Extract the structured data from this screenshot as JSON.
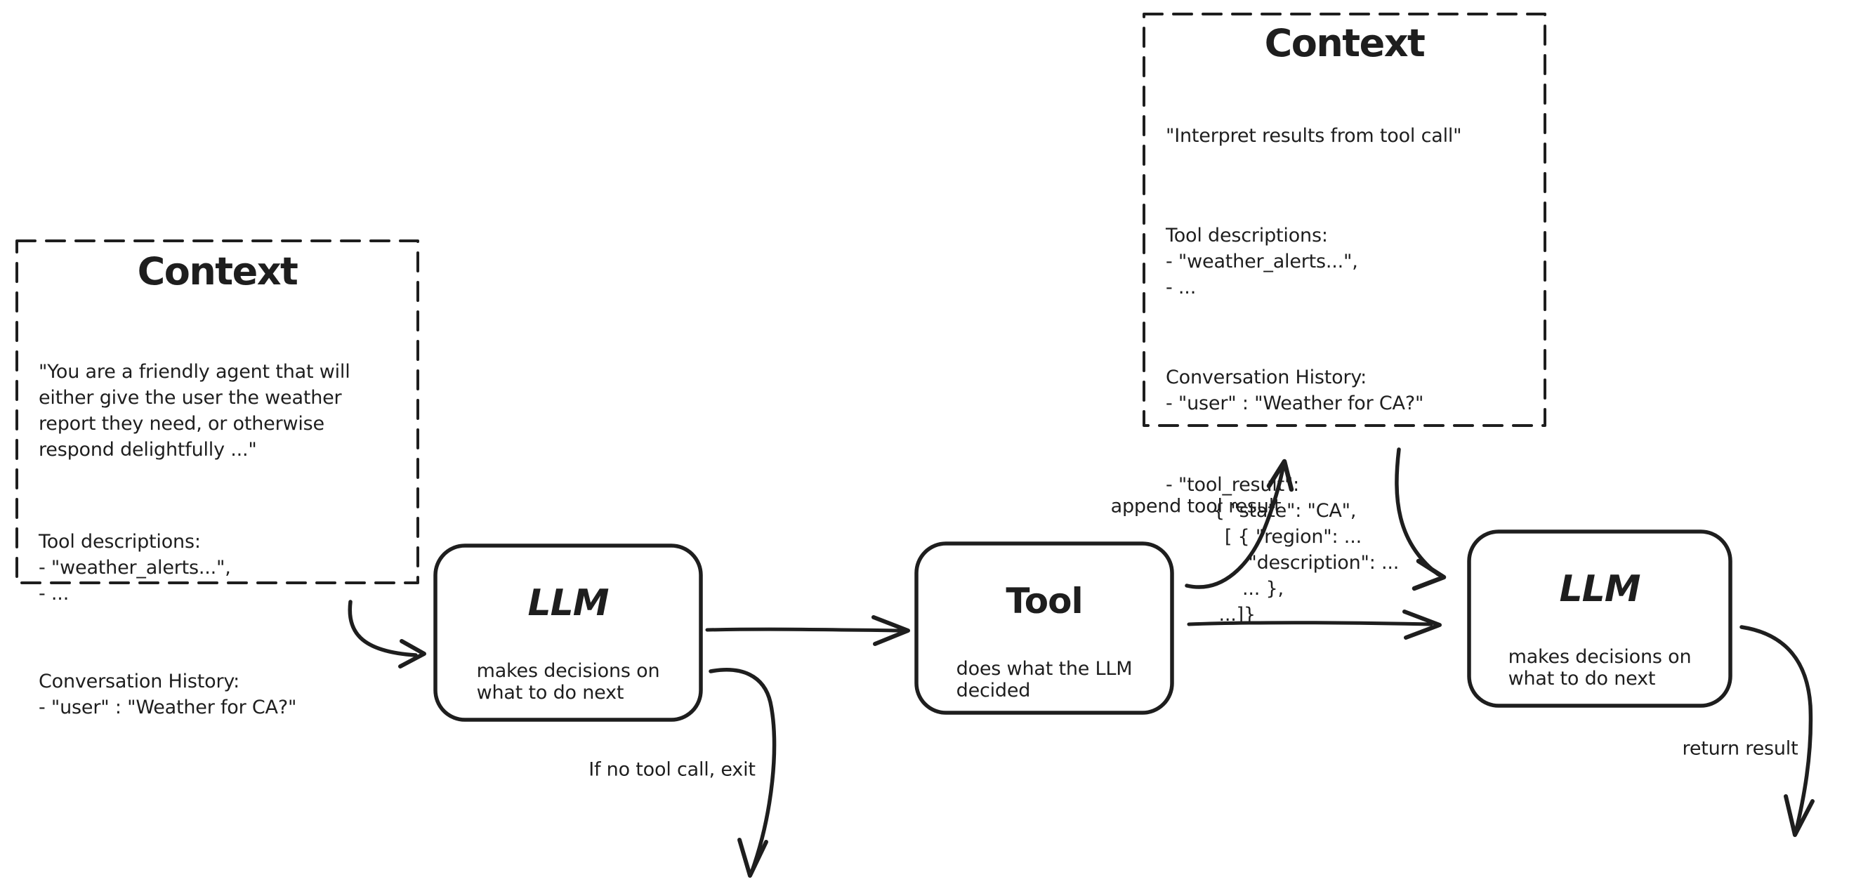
{
  "canvas": {
    "background": "#ffffff",
    "stroke_color": "#1e1e1e"
  },
  "context_box_1": {
    "title": "Context",
    "paragraphs": [
      [
        "\"You are a friendly agent that will",
        "either give the user the weather",
        "report they need, or otherwise",
        "respond delightfully ...\""
      ],
      [
        "Tool descriptions:",
        "- \"weather_alerts...\",",
        "- ..."
      ],
      [
        "Conversation History:",
        "- \"user\" : \"Weather for CA?\""
      ]
    ]
  },
  "context_box_2": {
    "title": "Context",
    "paragraphs": [
      [
        "\"Interpret results from tool call\""
      ],
      [
        "Tool descriptions:",
        "- \"weather_alerts...\",",
        "- ..."
      ],
      [
        "Conversation History:",
        "- \"user\" : \"Weather for CA?\""
      ],
      [
        "- \"tool_result\":",
        "        { \"state\": \"CA\",",
        "          [ { \"region\": ...",
        "              \"description\": ...",
        "             ... },",
        "         ...]}"
      ]
    ]
  },
  "node_llm_1": {
    "title": "LLM",
    "subtitle": "makes decisions on\nwhat to do next"
  },
  "node_tool": {
    "title": "Tool",
    "subtitle": "does what the LLM\ndecided"
  },
  "node_llm_2": {
    "title": "LLM",
    "subtitle": "makes decisions on\nwhat to do next"
  },
  "edge_labels": {
    "append_tool_result": "append tool result",
    "no_tool_call_exit": "If no tool call, exit",
    "return_result": "return result"
  }
}
